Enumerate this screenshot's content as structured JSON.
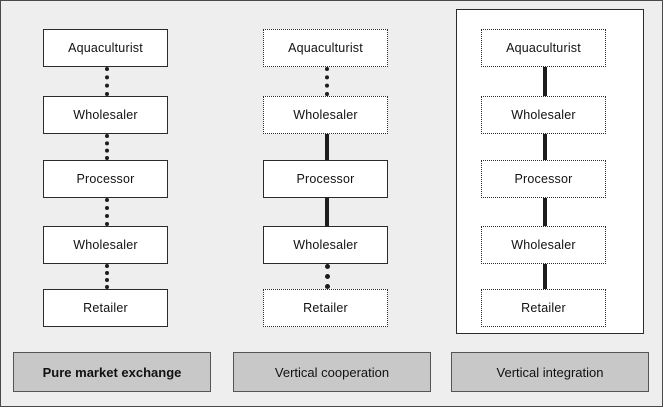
{
  "figure": {
    "columns": [
      {
        "id": "pure-market-exchange",
        "caption": "Pure market exchange",
        "caption_bold": true,
        "framed": false,
        "nodes": [
          {
            "label": "Aquaculturist",
            "border": "solid"
          },
          {
            "label": "Wholesaler",
            "border": "solid"
          },
          {
            "label": "Processor",
            "border": "solid"
          },
          {
            "label": "Wholesaler",
            "border": "solid"
          },
          {
            "label": "Retailer",
            "border": "solid"
          }
        ],
        "links": [
          {
            "style": "dotted"
          },
          {
            "style": "dotted"
          },
          {
            "style": "dotted"
          },
          {
            "style": "dotted"
          }
        ]
      },
      {
        "id": "vertical-cooperation",
        "caption": "Vertical cooperation",
        "caption_bold": false,
        "framed": false,
        "nodes": [
          {
            "label": "Aquaculturist",
            "border": "dotted"
          },
          {
            "label": "Wholesaler",
            "border": "dotted"
          },
          {
            "label": "Processor",
            "border": "solid"
          },
          {
            "label": "Wholesaler",
            "border": "solid"
          },
          {
            "label": "Retailer",
            "border": "dotted"
          }
        ],
        "links": [
          {
            "style": "dotted"
          },
          {
            "style": "solid"
          },
          {
            "style": "solid"
          },
          {
            "style": "thick-dotted"
          }
        ]
      },
      {
        "id": "vertical-integration",
        "caption": "Vertical integration",
        "caption_bold": false,
        "framed": true,
        "nodes": [
          {
            "label": "Aquaculturist",
            "border": "dotted"
          },
          {
            "label": "Wholesaler",
            "border": "dotted"
          },
          {
            "label": "Processor",
            "border": "dotted"
          },
          {
            "label": "Wholesaler",
            "border": "dotted"
          },
          {
            "label": "Retailer",
            "border": "dotted"
          }
        ],
        "links": [
          {
            "style": "solid"
          },
          {
            "style": "solid"
          },
          {
            "style": "solid"
          },
          {
            "style": "solid"
          }
        ]
      }
    ]
  },
  "colors": {
    "background": "#eeeeee",
    "node_fill": "#ffffff",
    "line": "#1d1d1d",
    "caption_fill": "#c8c8c8",
    "border": "#4a4a4a"
  }
}
